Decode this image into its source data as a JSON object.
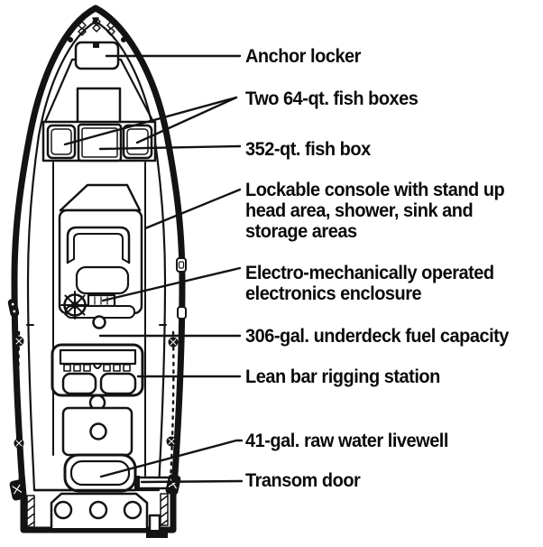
{
  "figure": {
    "kind": "boat deck plan diagram",
    "colors": {
      "ink": "#131313",
      "background": "#ffffff"
    }
  },
  "annotations": [
    {
      "id": "anchor-locker",
      "text": "Anchor locker"
    },
    {
      "id": "fish-boxes-64qt",
      "text": "Two 64-qt. fish boxes"
    },
    {
      "id": "fish-box-352qt",
      "text": "352-qt. fish box"
    },
    {
      "id": "console",
      "text": "Lockable console with stand up\nhead area, shower, sink and\nstorage areas"
    },
    {
      "id": "electronics-enclosure",
      "text": "Electro-mechanically operated\nelectronics enclosure"
    },
    {
      "id": "fuel-capacity",
      "text": "306-gal. underdeck fuel capacity"
    },
    {
      "id": "lean-bar",
      "text": "Lean bar rigging station"
    },
    {
      "id": "livewell",
      "text": "41-gal. raw water livewell"
    },
    {
      "id": "transom-door",
      "text": "Transom door"
    }
  ]
}
